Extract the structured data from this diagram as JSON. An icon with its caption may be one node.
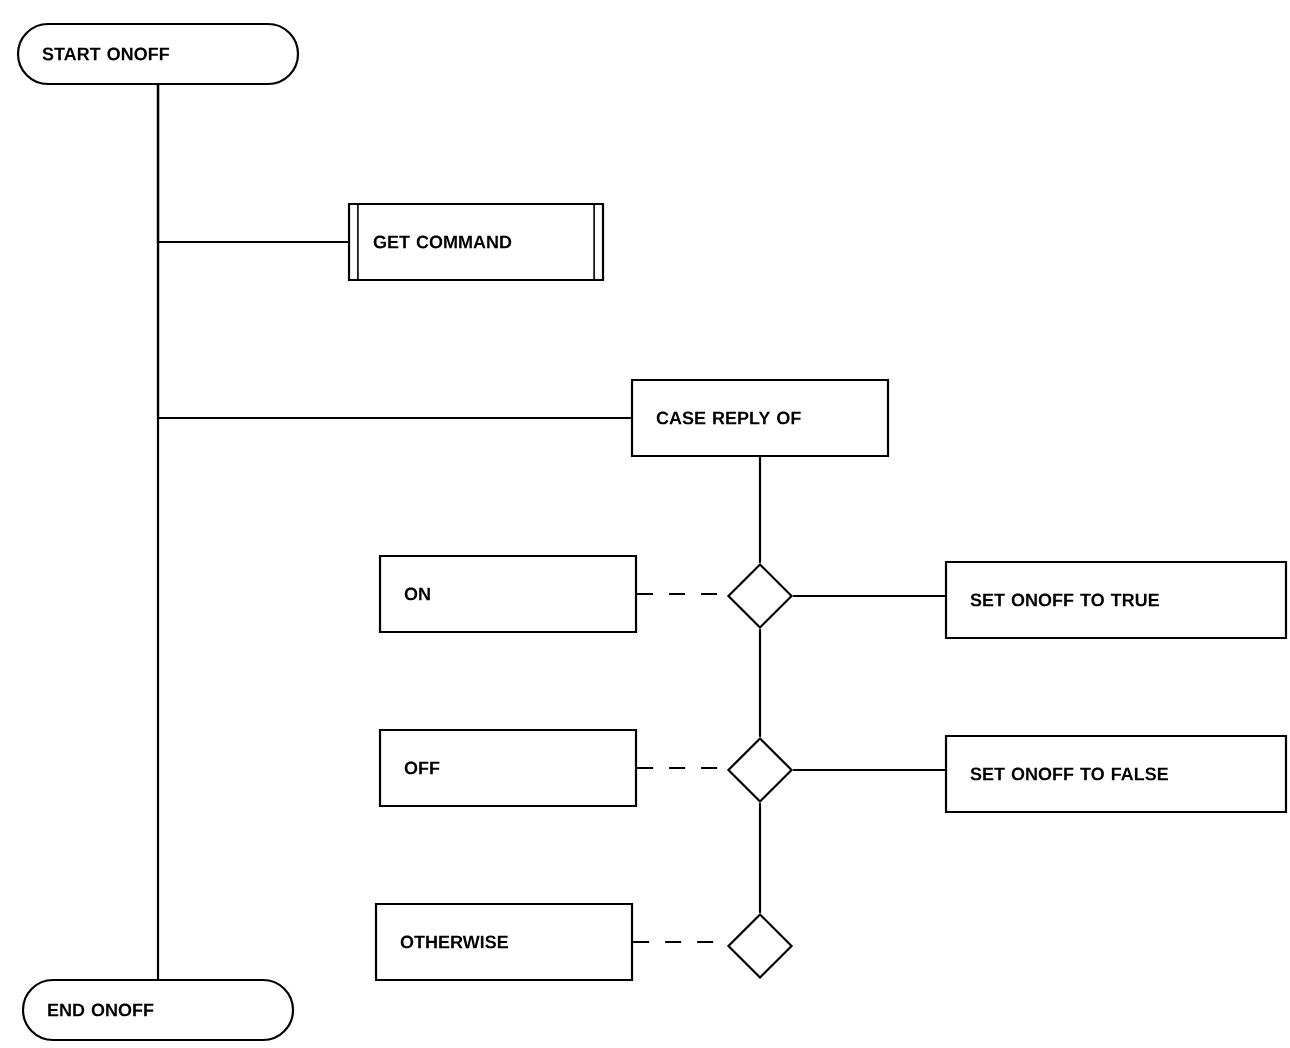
{
  "diagram": {
    "nodes": [
      {
        "text": [
          "START ONOFF"
        ]
      },
      {
        "text": [
          "GET COMMAND"
        ]
      },
      {
        "text": [
          "CASE REPLY OF"
        ]
      },
      {
        "text": [
          "ON"
        ]
      },
      {
        "text": [],
        "shape": "diamond"
      },
      {
        "text": [
          "SET ONOFF TO TRUE"
        ]
      },
      {
        "text": [
          "OFF"
        ]
      },
      {
        "text": [],
        "shape": "diamond"
      },
      {
        "text": [
          "SET ONOFF TO FALSE"
        ]
      },
      {
        "text": [
          "OTHERWISE"
        ]
      },
      {
        "text": [],
        "shape": "diamond"
      },
      {
        "text": [
          "END ONOFF"
        ]
      }
    ],
    "edges": [
      {
        "from": 0,
        "to": 11,
        "arrow": "none"
      },
      {
        "from": 0,
        "to": 1,
        "arrow": "none"
      },
      {
        "from": 0,
        "to": 2,
        "arrow": "none"
      },
      {
        "from": 2,
        "to": 4,
        "arrow": "none"
      },
      {
        "from": 3,
        "to": 4,
        "arrow": "none",
        "style": "dashed"
      },
      {
        "from": 4,
        "to": 5,
        "arrow": "none"
      },
      {
        "from": 4,
        "to": 7,
        "arrow": "none"
      },
      {
        "from": 6,
        "to": 7,
        "arrow": "none",
        "style": "dashed"
      },
      {
        "from": 7,
        "to": 8,
        "arrow": "none"
      },
      {
        "from": 7,
        "to": 10,
        "arrow": "none"
      },
      {
        "from": 9,
        "to": 10,
        "arrow": "none",
        "style": "dashed"
      }
    ]
  }
}
